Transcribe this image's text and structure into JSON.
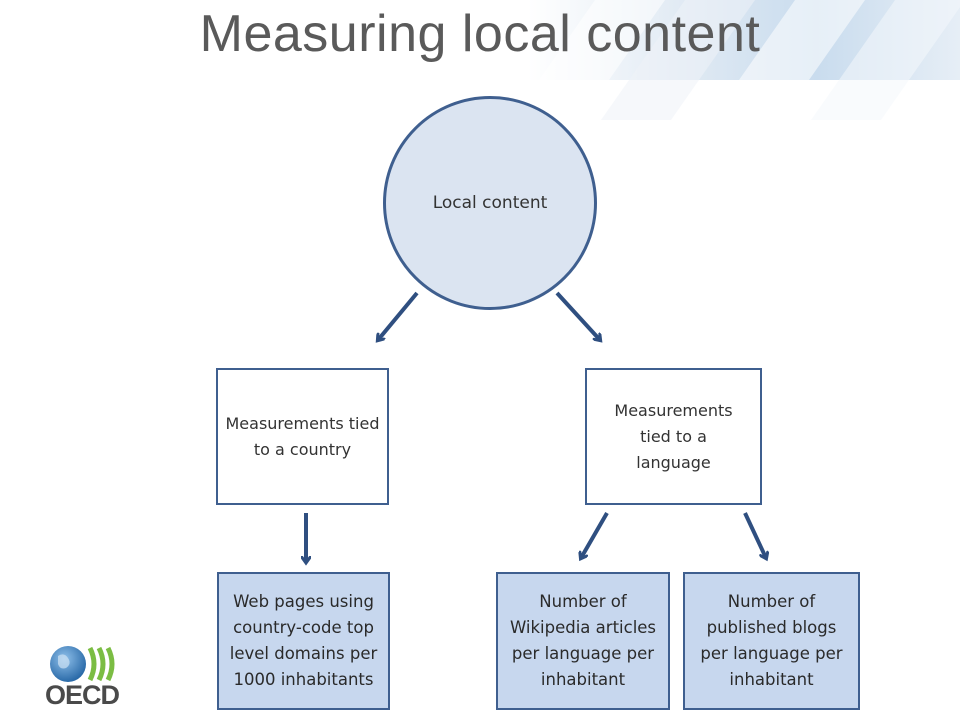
{
  "title": "Measuring local content",
  "root": {
    "label": "Local content"
  },
  "branches": [
    {
      "label": "Measurements tied to a country"
    },
    {
      "label": "Measurements tied to a language"
    }
  ],
  "leaves": [
    {
      "label": "Web pages using country-code top level domains per 1000 inhabitants"
    },
    {
      "label": "Number of Wikipedia articles per language per inhabitant"
    },
    {
      "label": "Number of published blogs per language per inhabitant"
    }
  ],
  "logo": {
    "text": "OECD",
    "icon": "oecd-globe-logo"
  },
  "colors": {
    "title": "#5a5a5a",
    "node_border": "#3f5f8f",
    "arrow": "#2f4f80",
    "circle_fill": "#dbe4f1",
    "leaf_fill": "#c7d7ee"
  }
}
